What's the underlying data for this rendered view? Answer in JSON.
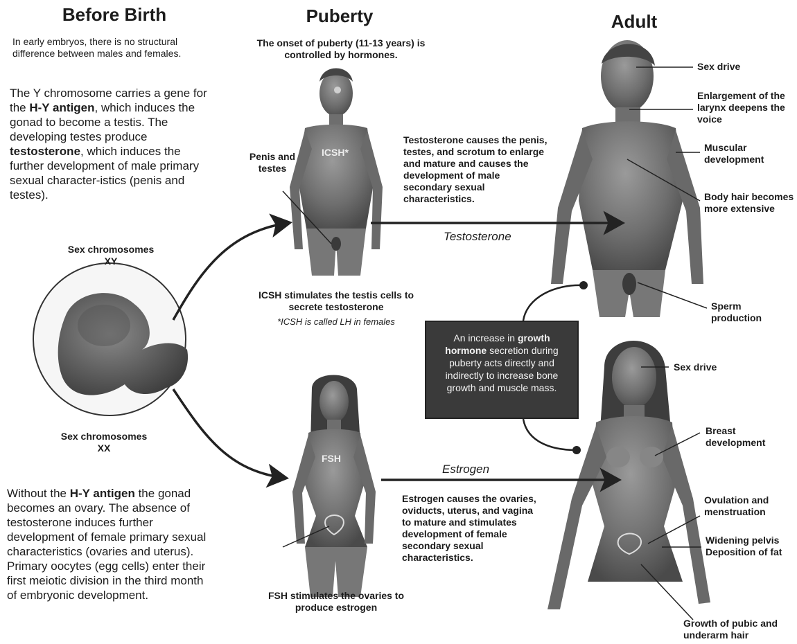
{
  "columns": {
    "before_birth": "Before Birth",
    "puberty": "Puberty",
    "adult": "Adult"
  },
  "before_birth": {
    "intro": "In early embryos, there is no structural difference between males and females.",
    "y_para": {
      "p1": "The Y chromosome carries a gene for the ",
      "b1": "H-Y antigen",
      "p2": ", which induces the gonad to become a testis. The developing testes produce ",
      "b2": "testosterone",
      "p3": ", which induces the further development of male primary sexual character-istics (penis and testes)."
    },
    "xy_label": {
      "line1": "Sex chromosomes",
      "line2": "XY"
    },
    "xx_label": {
      "line1": "Sex chromosomes",
      "line2": "XX"
    },
    "no_y_para": {
      "p1": "Without the ",
      "b1": "H-Y antigen",
      "p2": " the gonad becomes an ovary. The absence of testosterone induces further development of female primary sexual characteristics (ovaries and uterus). Primary oocytes (egg cells) enter their first meiotic division in the third month of embryonic development."
    }
  },
  "puberty": {
    "onset": "The onset of puberty (11-13 years) is controlled by hormones.",
    "icsh_tag": "ICSH*",
    "penis_testes": "Penis and testes",
    "icsh_caption": {
      "p1": "ICSH",
      "p2": " stimulates the testis cells to secrete ",
      "b2": "testosterone"
    },
    "icsh_note": "*ICSH is called LH in females",
    "fsh_tag": "FSH",
    "fsh_caption": {
      "b1": "FSH",
      "p1": " stimulates the ovaries to produce ",
      "b2": "estrogen"
    }
  },
  "hormones": {
    "testosterone_para": {
      "b1": "Testosterone",
      "p1": " causes the penis, testes, and scrotum to enlarge and mature and causes the development of male secondary sexual characteristics."
    },
    "testosterone_arrow": "Testosterone",
    "estrogen_arrow": "Estrogen",
    "estrogen_para": {
      "b1": "Estrogen",
      "p1": " causes the ovaries, oviducts, uterus, and vagina to mature and stimulates development of female secondary sexual characteristics."
    },
    "growth_box": {
      "p1": "An increase in ",
      "b1": "growth hormone",
      "p2": " secretion during puberty acts directly and indirectly to increase bone growth and muscle mass."
    }
  },
  "adult_male_labels": {
    "sex_drive": "Sex drive",
    "larynx": "Enlargement of the larynx deepens the voice",
    "muscular": "Muscular development",
    "body_hair": "Body hair becomes more extensive",
    "sperm": "Sperm production"
  },
  "adult_female_labels": {
    "sex_drive": "Sex drive",
    "breast": "Breast development",
    "ovulation": "Ovulation and menstruation",
    "pelvis": "Widening pelvis Deposition of fat",
    "pubic": "Growth of pubic and underarm hair"
  }
}
